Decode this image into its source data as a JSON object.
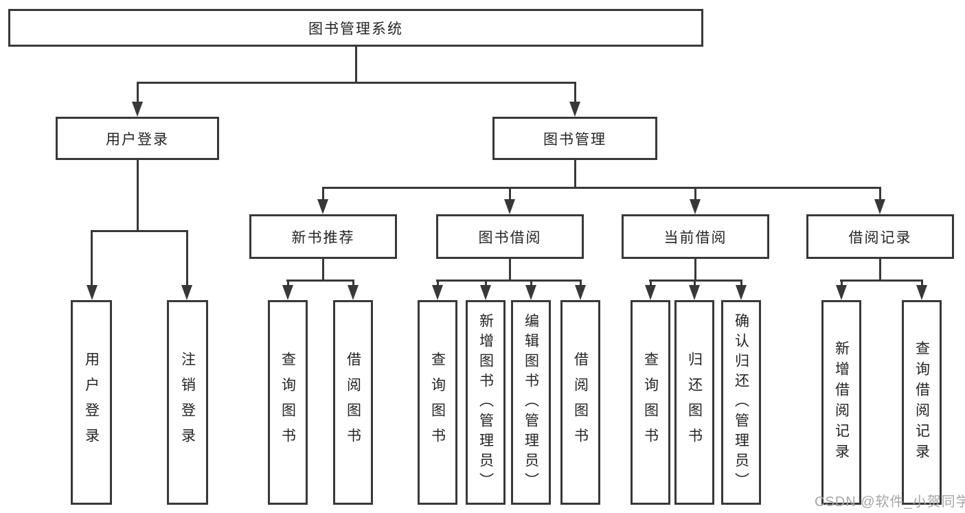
{
  "tree": {
    "root": "图书管理系统",
    "children": [
      {
        "label": "用户登录",
        "children": [
          {
            "label": "用户登录"
          },
          {
            "label": "注销登录"
          }
        ]
      },
      {
        "label": "图书管理",
        "children": [
          {
            "label": "新书推荐",
            "children": [
              {
                "label": "查询图书"
              },
              {
                "label": "借阅图书"
              }
            ]
          },
          {
            "label": "图书借阅",
            "children": [
              {
                "label": "查询图书"
              },
              {
                "label": "新增图书（管理员）"
              },
              {
                "label": "编辑图书（管理员）"
              },
              {
                "label": "借阅图书"
              }
            ]
          },
          {
            "label": "当前借阅",
            "children": [
              {
                "label": "查询图书"
              },
              {
                "label": "归还图书"
              },
              {
                "label": "确认归还（管理员）"
              }
            ]
          },
          {
            "label": "借阅记录",
            "children": [
              {
                "label": "新增借阅记录"
              },
              {
                "label": "查询借阅记录"
              }
            ]
          }
        ]
      }
    ]
  },
  "watermark": {
    "text": "CSDN @软件_小贺同学"
  },
  "colors": {
    "line": "#383838",
    "text": "#242424",
    "watermark": "#a6a6a6",
    "background": "#ffffff"
  }
}
